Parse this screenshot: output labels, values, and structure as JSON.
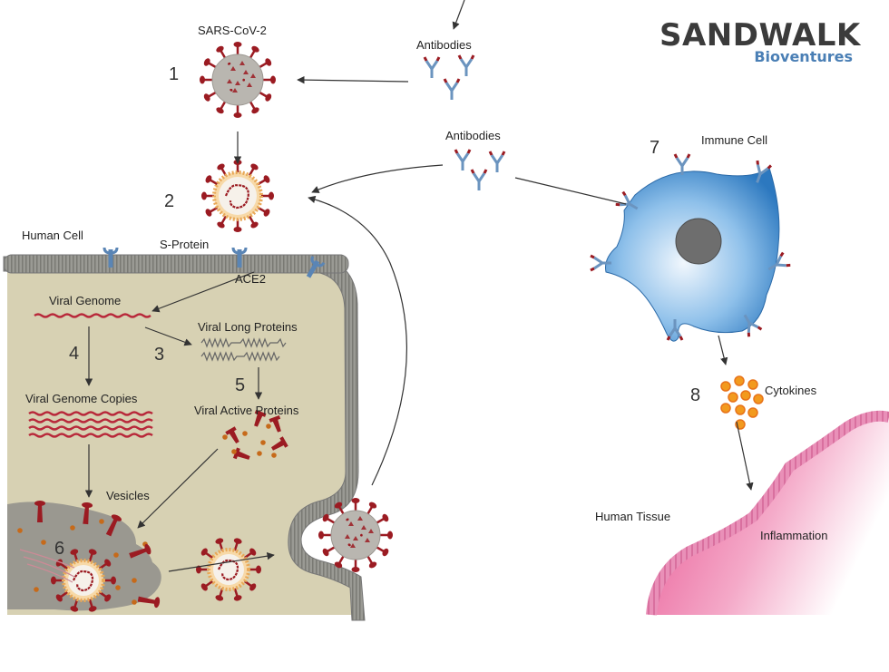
{
  "logo": {
    "title": "SANDWALK",
    "subtitle": "Bioventures"
  },
  "labels": {
    "sars_cov_2": "SARS-CoV-2",
    "antibodies_top": "Antibodies",
    "antibodies_mid": "Antibodies",
    "immune_cell": "Immune Cell",
    "human_cell": "Human Cell",
    "s_protein": "S-Protein",
    "ace2": "ACE2",
    "viral_genome": "Viral Genome",
    "viral_long_proteins": "Viral Long Proteins",
    "viral_genome_copies": "Viral Genome Copies",
    "viral_active_proteins": "Viral Active Proteins",
    "vesicles": "Vesicles",
    "cytokines": "Cytokines",
    "human_tissue": "Human Tissue",
    "inflammation": "Inflammation"
  },
  "steps": {
    "s1": "1",
    "s2": "2",
    "s3": "3",
    "s4": "4",
    "s5": "5",
    "s6": "6",
    "s7": "7",
    "s8": "8"
  },
  "colors": {
    "virus_body": "#b9b6b0",
    "spike": "#9b1b22",
    "cell_fill": "#d7d1b3",
    "membrane": "#8a8a84",
    "immune": "#3f87c8",
    "cytokine": "#f29a1e",
    "tissue": "#e8629b",
    "logo_blue": "#4a7fb5"
  }
}
